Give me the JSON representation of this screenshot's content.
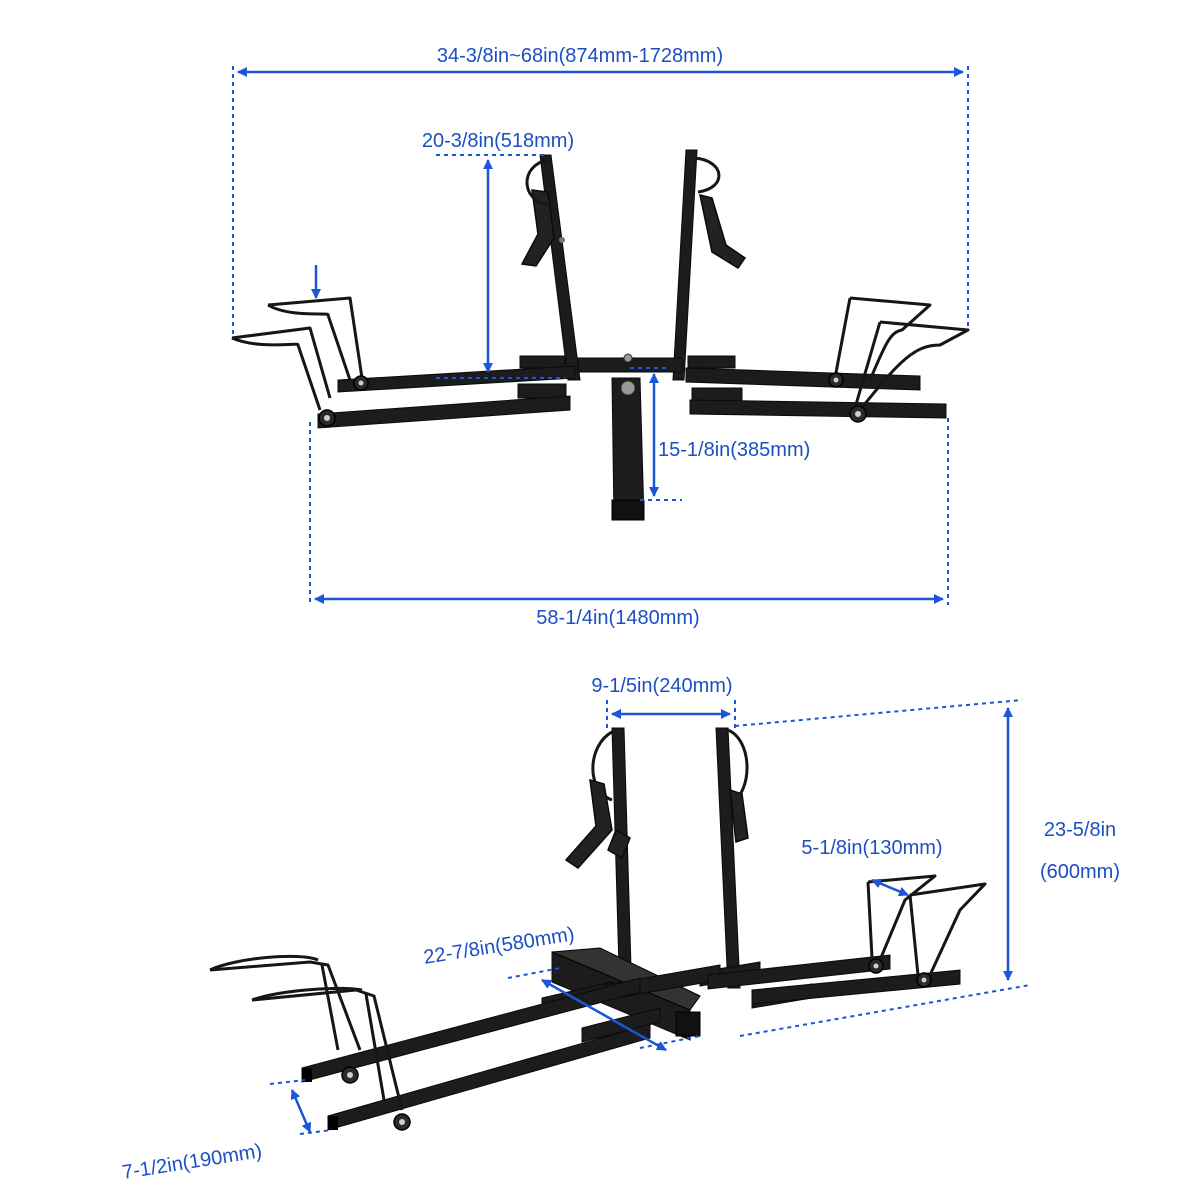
{
  "top_view": {
    "overall_width": "34-3/8in~68in(874mm-1728mm)",
    "mast_height": "20-3/8in(518mm)",
    "hitch_length": "15-1/8in(385mm)",
    "tray_length": "58-1/4in(1480mm)"
  },
  "bottom_view": {
    "mast_spacing": "9-1/5in(240mm)",
    "total_height_in": "23-5/8in",
    "total_height_mm": "(600mm)",
    "wheel_holder_width": "5-1/8in(130mm)",
    "center_length": "22-7/8in(580mm)",
    "tray_spacing": "7-1/2in(190mm)"
  },
  "colors": {
    "dimension_blue": "#1a56d6",
    "label_blue": "#1b4fc4",
    "frame_black": "#151515"
  }
}
